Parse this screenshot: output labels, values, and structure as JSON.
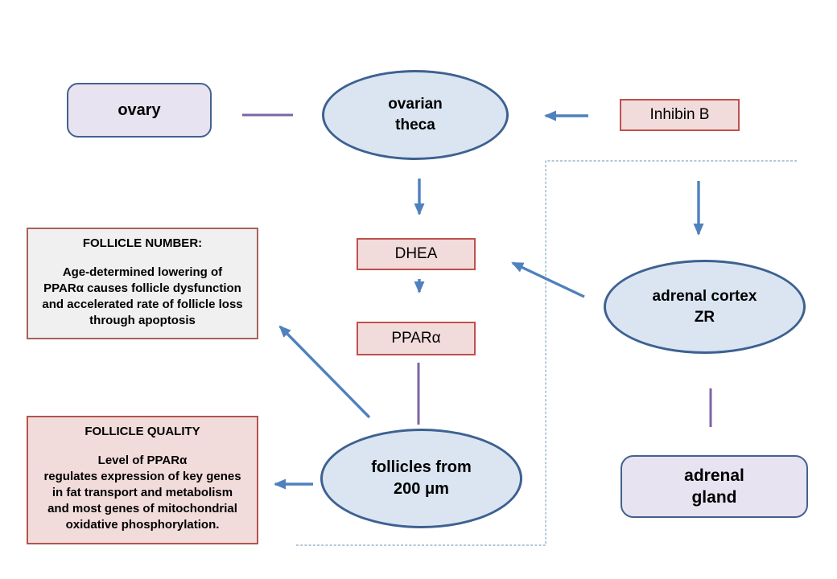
{
  "diagram": {
    "nodes": {
      "ovary": {
        "label": "ovary"
      },
      "ovarian_theca": {
        "label": "ovarian\ntheca"
      },
      "inhibin_b": {
        "label": "Inhibin B"
      },
      "dhea": {
        "label": "DHEA"
      },
      "ppar_alpha": {
        "label": "PPARα"
      },
      "follicles": {
        "label": "follicles from\n200 μm"
      },
      "adrenal_cortex": {
        "label": "adrenal cortex\nZR"
      },
      "adrenal_gland": {
        "label": "adrenal\ngland"
      },
      "follicle_number": {
        "title": "FOLLICLE NUMBER:",
        "body": "Age-determined lowering of\nPPARα causes follicle dysfunction\nand accelerated rate of follicle loss\nthrough apoptosis"
      },
      "follicle_quality": {
        "title": "FOLLICLE QUALITY",
        "body": "Level of PPARα\nregulates expression of key genes\nin fat transport and metabolism\nand most genes of mitochondrial\noxidative phosphorylation."
      }
    },
    "edges": [
      {
        "from": "ovary",
        "to": "ovarian_theca",
        "style": "purple-line"
      },
      {
        "from": "inhibin_b",
        "to": "ovarian_theca",
        "style": "blue-arrow"
      },
      {
        "from": "ovarian_theca",
        "to": "dhea",
        "style": "blue-arrow"
      },
      {
        "from": "dhea",
        "to": "ppar_alpha",
        "style": "blue-arrow"
      },
      {
        "from": "ppar_alpha",
        "to": "follicles",
        "style": "purple-line"
      },
      {
        "from": "follicles",
        "to": "follicle_number",
        "style": "blue-arrow"
      },
      {
        "from": "follicles",
        "to": "follicle_quality",
        "style": "blue-arrow"
      },
      {
        "from": "dashed_boundary",
        "to": "adrenal_cortex",
        "style": "blue-arrow"
      },
      {
        "from": "adrenal_cortex",
        "to": "dhea",
        "style": "blue-arrow"
      },
      {
        "from": "adrenal_cortex",
        "to": "adrenal_gland",
        "style": "purple-line"
      }
    ],
    "colors": {
      "ellipse_fill": "#dbe5f1",
      "ellipse_border": "#3d6191",
      "pink_fill": "#f2dcdb",
      "pink_border": "#bf504d",
      "lavender_fill": "#e8e3f1",
      "lavender_border": "#42618f",
      "gray_box_fill": "#f1f0f0",
      "gray_box_border": "#a5625b",
      "arrow_blue": "#4f81bd",
      "connector_purple": "#7c64a4",
      "dashed_boundary": "#9db3c8"
    }
  }
}
